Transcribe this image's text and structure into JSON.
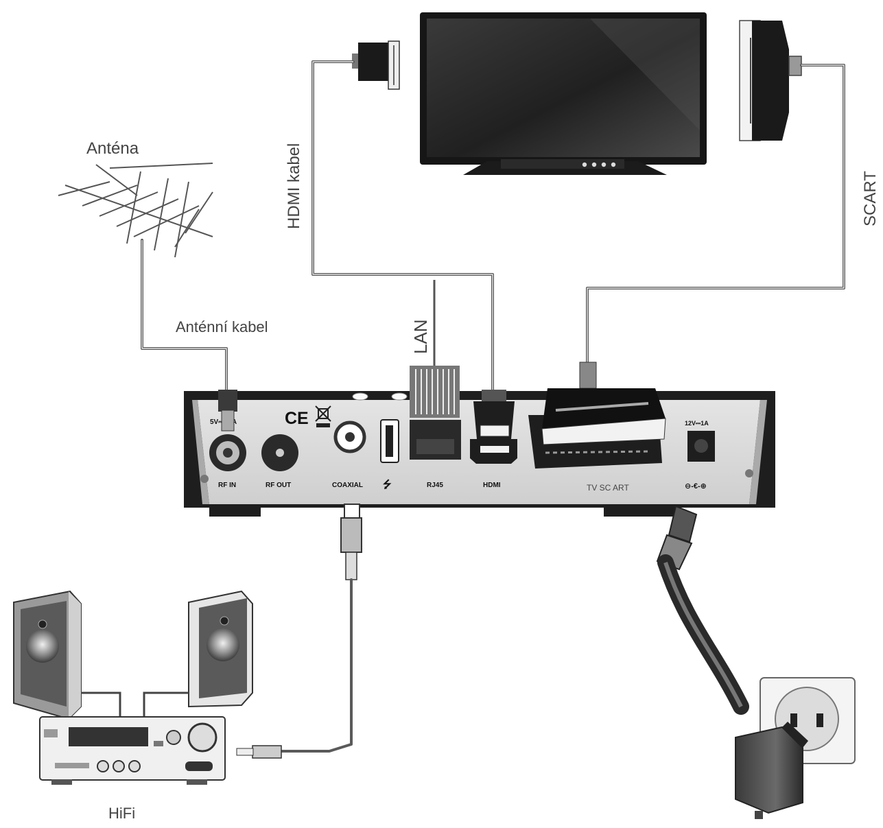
{
  "labels": {
    "antenna": "Anténa",
    "antenna_cable": "Anténní kabel",
    "hdmi_cable": "HDMI kabel",
    "scart": "SCART",
    "lan": "LAN",
    "hifi": "HiFi"
  },
  "ports": {
    "rf_in": "RF IN",
    "rf_out": "RF OUT",
    "coaxial": "COAXIAL",
    "usb_symbol": "⭍",
    "rj45": "RJ45",
    "hdmi": "HDMI",
    "tv_scart": "TV SC ART",
    "rating": "5V⎓ mA",
    "power_rating": "12V⎓1A",
    "power_symbol": "⊖-€-⊕",
    "ce_mark": "CE"
  },
  "colors": {
    "device_body": "#d9d9d9",
    "device_frame": "#1e1e1e",
    "cable": "#5a5a5a",
    "tv_screen": "#2b2b2b"
  }
}
